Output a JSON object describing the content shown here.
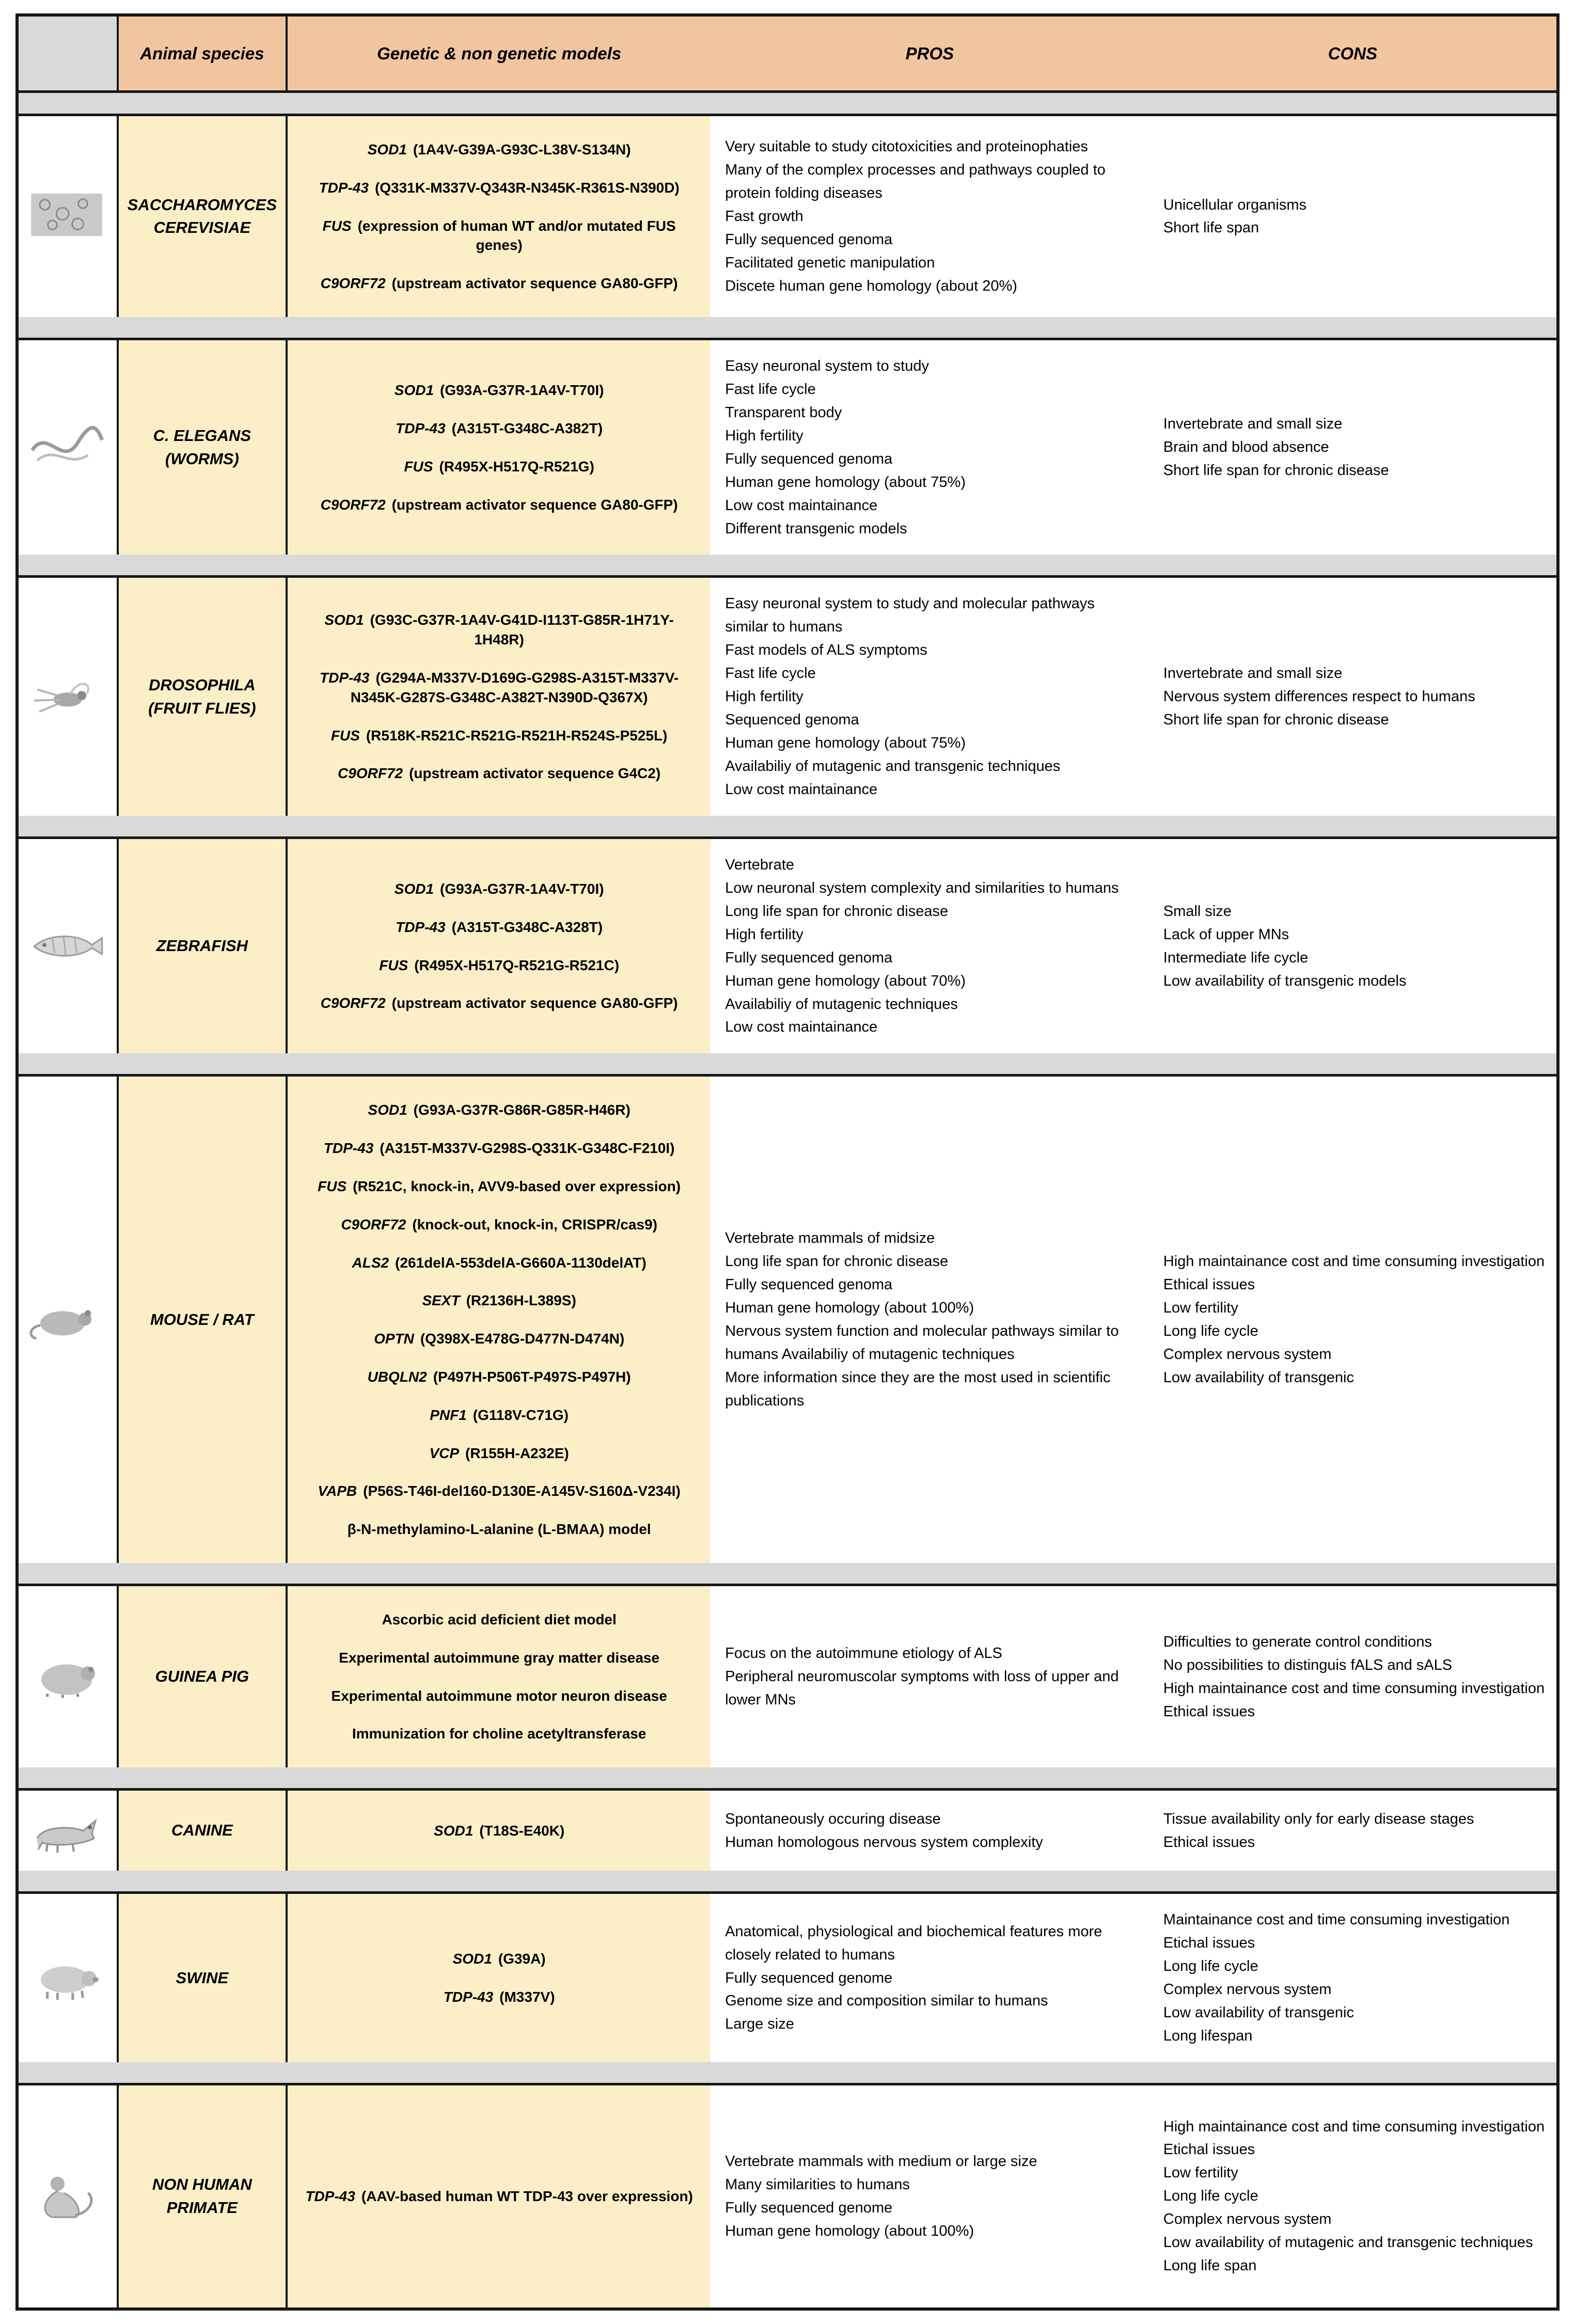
{
  "header": {
    "species": "Animal species",
    "models": "Genetic & non genetic models",
    "pros": "PROS",
    "cons": "CONS"
  },
  "colors": {
    "header_bg": "#F2C5A1",
    "yellow_cell": "#FCEFC7",
    "separator_gray": "#D9D9D9",
    "border": "#161616",
    "text": "#000000"
  },
  "rows": [
    {
      "species": "SACCHAROMYCES CEREVISIAE",
      "image": "yeast-micrograph-sketch",
      "models": [
        {
          "gene": "SOD1",
          "detail": "(1A4V-G39A-G93C-L38V-S134N)"
        },
        {
          "gene": "TDP-43",
          "detail": "(Q331K-M337V-Q343R-N345K-R361S-N390D)"
        },
        {
          "gene": "FUS",
          "detail": "(expression of human WT and/or mutated FUS genes)"
        },
        {
          "gene": "C9ORF72",
          "detail": "(upstream activator sequence GA80-GFP)"
        }
      ],
      "pros": [
        "Very suitable to study citotoxicities and proteinophaties",
        "Many of the complex processes and pathways coupled to protein folding diseases",
        "Fast growth",
        "Fully sequenced genoma",
        "Facilitated genetic manipulation",
        "Discete human gene homology (about 20%)"
      ],
      "cons": [
        "Unicellular organisms",
        "Short life span"
      ]
    },
    {
      "species": "C. ELEGANS (WORMS)",
      "image": "worm-sketch",
      "models": [
        {
          "gene": "SOD1",
          "detail": "(G93A-G37R-1A4V-T70I)"
        },
        {
          "gene": "TDP-43",
          "detail": "(A315T-G348C-A382T)"
        },
        {
          "gene": "FUS",
          "detail": "(R495X-H517Q-R521G)"
        },
        {
          "gene": "C9ORF72",
          "detail": "(upstream activator sequence GA80-GFP)"
        }
      ],
      "pros": [
        "Easy neuronal system to study",
        "Fast life cycle",
        "Transparent body",
        "High fertility",
        "Fully sequenced genoma",
        "Human gene homology (about 75%)",
        "Low cost maintainance",
        "Different transgenic models"
      ],
      "cons": [
        "Invertebrate and small size",
        "Brain and blood absence",
        "Short life span for chronic disease"
      ]
    },
    {
      "species": "DROSOPHILA (FRUIT FLIES)",
      "image": "fruit-fly-sketch",
      "models": [
        {
          "gene": "SOD1",
          "detail": "(G93C-G37R-1A4V-G41D-I113T-G85R-1H71Y-1H48R)"
        },
        {
          "gene": "TDP-43",
          "detail": "(G294A-M337V-D169G-G298S-A315T-M337V-N345K-G287S-G348C-A382T-N390D-Q367X)"
        },
        {
          "gene": "FUS",
          "detail": "(R518K-R521C-R521G-R521H-R524S-P525L)"
        },
        {
          "gene": "C9ORF72",
          "detail": "(upstream activator sequence G4C2)"
        }
      ],
      "pros": [
        "Easy neuronal system to study and molecular pathways similar to humans",
        "Fast models of ALS symptoms",
        "Fast life cycle",
        "High fertility",
        "Sequenced genoma",
        "Human gene homology (about 75%)",
        "Availabiliy of mutagenic and transgenic techniques",
        "Low cost maintainance"
      ],
      "cons": [
        "Invertebrate and small size",
        "Nervous system differences respect to humans",
        "Short life span for chronic disease"
      ]
    },
    {
      "species": "ZEBRAFISH",
      "image": "zebrafish-sketch",
      "models": [
        {
          "gene": "SOD1",
          "detail": "(G93A-G37R-1A4V-T70I)"
        },
        {
          "gene": "TDP-43",
          "detail": "(A315T-G348C-A328T)"
        },
        {
          "gene": "FUS",
          "detail": "(R495X-H517Q-R521G-R521C)"
        },
        {
          "gene": "C9ORF72",
          "detail": "(upstream activator sequence GA80-GFP)"
        }
      ],
      "pros": [
        "Vertebrate",
        "Low neuronal system complexity and similarities to humans",
        "Long life span for chronic disease",
        "High fertility",
        "Fully sequenced genoma",
        "Human gene homology (about 70%)",
        "Availabiliy of mutagenic techniques",
        "Low cost maintainance"
      ],
      "cons": [
        "Small size",
        "Lack of upper MNs",
        "Intermediate life cycle",
        "Low availability of transgenic models"
      ]
    },
    {
      "species": "MOUSE / RAT",
      "image": "mouse-sketch",
      "models": [
        {
          "gene": "SOD1",
          "detail": "(G93A-G37R-G86R-G85R-H46R)"
        },
        {
          "gene": "TDP-43",
          "detail": "(A315T-M337V-G298S-Q331K-G348C-F210I)"
        },
        {
          "gene": "FUS",
          "detail": "(R521C, knock-in, AVV9-based over expression)"
        },
        {
          "gene": "C9ORF72",
          "detail": "(knock-out, knock-in, CRISPR/cas9)"
        },
        {
          "gene": "ALS2",
          "detail": "(261delA-553delA-G660A-1130delAT)"
        },
        {
          "gene": "SEXT",
          "detail": "(R2136H-L389S)"
        },
        {
          "gene": "OPTN",
          "detail": "(Q398X-E478G-D477N-D474N)"
        },
        {
          "gene": "UBQLN2",
          "detail": "(P497H-P506T-P497S-P497H)"
        },
        {
          "gene": "PNF1",
          "detail": "(G118V-C71G)"
        },
        {
          "gene": "VCP",
          "detail": "(R155H-A232E)"
        },
        {
          "gene": "VAPB",
          "detail": "(P56S-T46I-del160-D130E-A145V-S160Δ-V234I)"
        },
        {
          "gene": "",
          "detail": "β-N-methylamino-L-alanine (L-BMAA) model"
        }
      ],
      "pros": [
        "Vertebrate mammals of midsize",
        "Long life span for chronic disease",
        "Fully sequenced genoma",
        "Human gene homology (about 100%)",
        "Nervous system function and molecular pathways similar to humans   Availabiliy of mutagenic techniques",
        "More information since they are the most used in scientific publications"
      ],
      "cons": [
        "High maintainance cost and time consuming investigation",
        "Ethical issues",
        "Low fertility",
        "Long life cycle",
        "Complex nervous system",
        "Low availability of transgenic"
      ]
    },
    {
      "species": "GUINEA PIG",
      "image": "guinea-pig-sketch",
      "models": [
        {
          "gene": "",
          "detail": "Ascorbic acid deficient diet model"
        },
        {
          "gene": "",
          "detail": "Experimental autoimmune gray matter disease"
        },
        {
          "gene": "",
          "detail": "Experimental autoimmune motor neuron disease"
        },
        {
          "gene": "",
          "detail": "Immunization for choline acetyltransferase"
        }
      ],
      "pros": [
        "Focus on the autoimmune etiology of ALS",
        "Peripheral neuromuscolar symptoms with loss of upper and lower MNs"
      ],
      "cons": [
        "Difficulties to generate control conditions",
        "No possibilities to distinguis fALS and sALS",
        "High maintainance cost and time consuming investigation",
        "Ethical issues"
      ]
    },
    {
      "species": "CANINE",
      "image": "dog-sketch",
      "models": [
        {
          "gene": "SOD1",
          "detail": "(T18S-E40K)"
        }
      ],
      "pros": [
        "Spontaneously occuring disease",
        "Human homologous nervous system complexity"
      ],
      "cons": [
        "Tissue availability only for early disease stages",
        "Ethical issues"
      ]
    },
    {
      "species": "SWINE",
      "image": "pig-sketch",
      "models": [
        {
          "gene": "SOD1",
          "detail": "(G39A)"
        },
        {
          "gene": "TDP-43",
          "detail": "(M337V)"
        }
      ],
      "pros": [
        "Anatomical, physiological and biochemical features more closely related to humans",
        "Fully sequenced genome",
        "Genome size and composition similar to humans",
        "Large size"
      ],
      "cons": [
        "Maintainance cost and time consuming investigation",
        "Etichal issues",
        "Long life cycle",
        "Complex nervous system",
        "Low availability of transgenic",
        "Long lifespan"
      ]
    },
    {
      "species": "NON HUMAN PRIMATE",
      "image": "monkey-sketch",
      "models": [
        {
          "gene": "TDP-43",
          "detail": "(AAV-based human WT TDP-43 over expression)"
        }
      ],
      "pros": [
        "Vertebrate mammals with medium or large size",
        "Many similarities to humans",
        "Fully sequenced genome",
        "Human gene homology (about 100%)"
      ],
      "cons": [
        "High maintainance cost and time consuming investigation",
        "Etichal issues",
        "Low fertility",
        "Long life cycle",
        "Complex nervous system",
        "Low availability of mutagenic and transgenic techniques",
        "Long life span"
      ]
    }
  ]
}
